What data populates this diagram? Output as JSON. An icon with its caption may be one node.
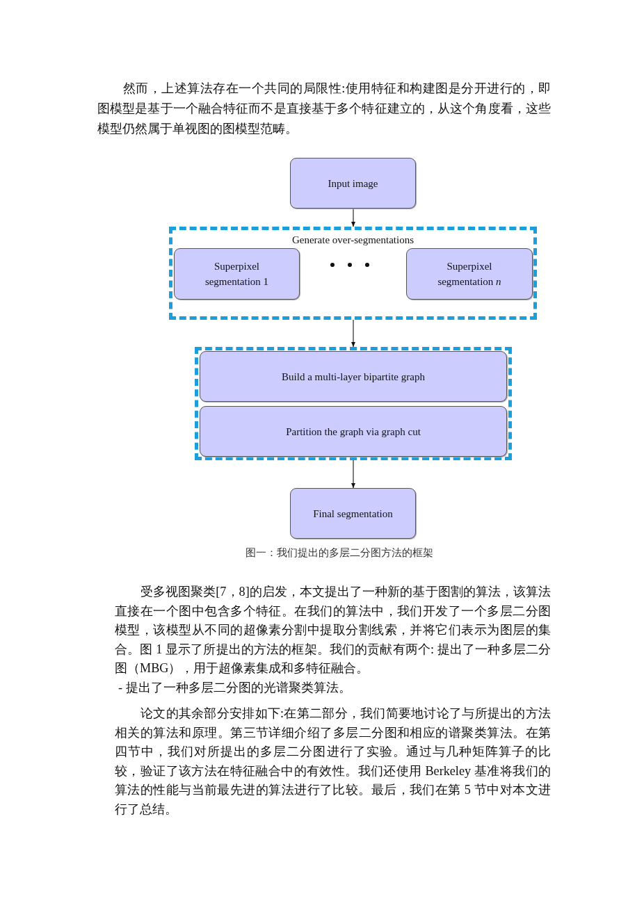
{
  "diagram": {
    "caption": "图一：我们提出的多层二分图方法的框架",
    "nodes": [
      {
        "text": [
          "Input image"
        ]
      },
      {
        "text": [
          "Generate over-segmentations"
        ]
      },
      {
        "text": [
          "Superpixel segmentation 1"
        ],
        "in": 1
      },
      {
        "text": [
          "Superpixel segmentation *n*"
        ],
        "in": 1
      },
      {
        "text": [],
        "shape": "box"
      },
      {
        "text": [
          "Build a multi-layer bipartite graph"
        ],
        "in": 4
      },
      {
        "text": [
          "Partition the graph via graph cut"
        ],
        "in": 4
      },
      {
        "text": [
          "Final segmentation"
        ]
      }
    ],
    "edges": [
      {
        "from": 0,
        "to": 1,
        "arrow": "to"
      },
      {
        "from": 1,
        "to": 4,
        "arrow": "to"
      },
      {
        "from": 4,
        "to": 7,
        "arrow": "to"
      }
    ],
    "labels": [
      "然而，上述算法存在一个共同的局限性:使用特征和构建图是分开进行的，即图模型是基于一个融合特征而不是直接基于多个特征建立的，从这个角度看，这些模型仍然属于单视图的图模型范畴。",
      "受多视图聚类[7，8]的启发，本文提出了一种新的基于图割的算法，该算法直接在一个图中包含多个特征。在我们的算法中，我们开发了一个多层二分图模型，该模型从不同的超像素分割中提取分割线索，并将它们表示为图层的集合。图 1 显示了所提出的方法的框架。我们的贡献有两个: 提出了一种多层二分图（MBG），用于超像素集成和多特征融合。",
      "- 提出了一种多层二分图的光谱聚类算法。",
      "论文的其余部分安排如下:在第二部分，我们简要地讨论了与所提出的方法相关的算法和原理。第三节详细介绍了多层二分图和相应的谱聚类算法。在第四节中，我们对所提出的多层二分图进行了实验。通过与几种矩阵算子的比较，验证了该方法在特征融合中的有效性。我们还使用 Berkeley 基准将我们的算法的性能与当前最先进的算法进行了比较。最后，我们在第 5 节中对本文进行了总结。"
    ]
  }
}
